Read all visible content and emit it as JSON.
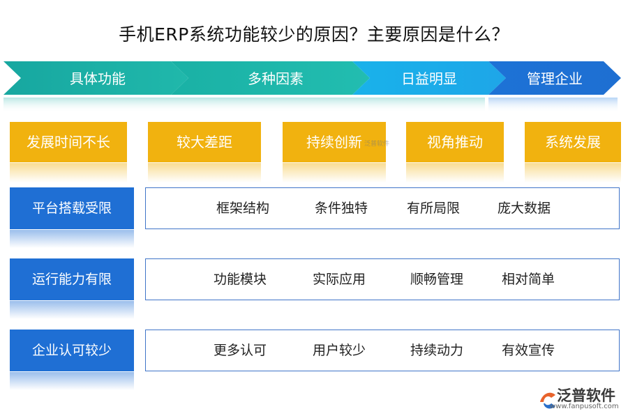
{
  "title": "手机ERP系统功能较少的原因？主要原因是什么？",
  "arrows": [
    {
      "label": "具体功能",
      "color": "#1cb0a8"
    },
    {
      "label": "多种因素",
      "color": "#1fb3a6"
    },
    {
      "label": "日益明显",
      "color": "#1ab5e8"
    },
    {
      "label": "管理企业",
      "color": "#1f74d8"
    }
  ],
  "yellow_boxes": [
    "发展时间不长",
    "较大差距",
    "持续创新",
    "视角推动",
    "系统发展"
  ],
  "rows": [
    {
      "label": "平台搭载受限",
      "items": [
        "框架结构",
        "条件独特",
        "有所局限",
        "庞大数据"
      ]
    },
    {
      "label": "运行能力有限",
      "items": [
        "功能模块",
        "实际应用",
        "顺畅管理",
        "相对简单"
      ]
    },
    {
      "label": "企业认可较少",
      "items": [
        "更多认可",
        "用户较少",
        "持续动力",
        "有效宣传"
      ]
    }
  ],
  "watermark": "泛普软件",
  "logo": {
    "name": "泛普软件",
    "url": "www.fanpusoft.com"
  }
}
